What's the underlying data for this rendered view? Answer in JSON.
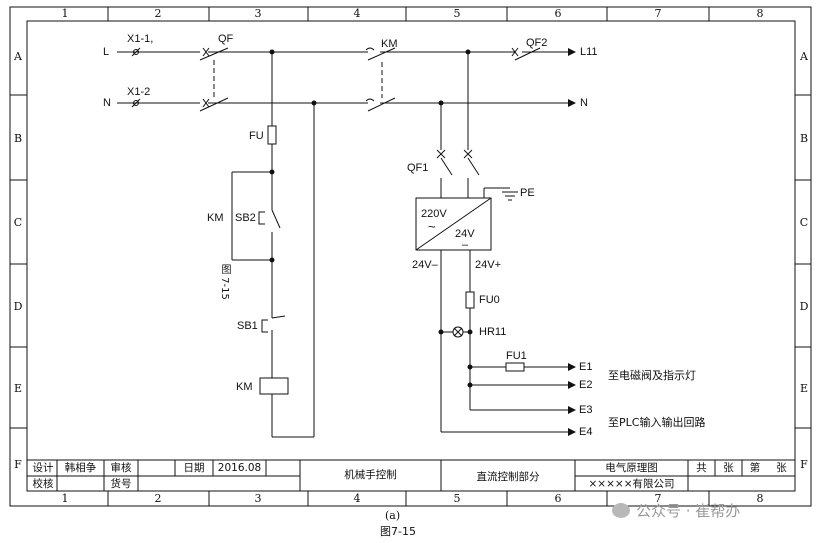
{
  "grid": {
    "columns": [
      "1",
      "2",
      "3",
      "4",
      "5",
      "6",
      "7",
      "8"
    ],
    "rows": [
      "A",
      "B",
      "C",
      "D",
      "E",
      "F"
    ]
  },
  "labels": {
    "L": "L",
    "N": "N",
    "X1_1": "X1-1,",
    "X1_2": "X1-2",
    "QF": "QF",
    "KM_top": "KM",
    "QF2": "QF2",
    "L11": "L11",
    "N_out": "N",
    "FU": "FU",
    "KM_coil_contact": "KM",
    "SB2": "SB2",
    "SB1": "SB1",
    "KM_coil": "KM",
    "fig_vertical": "图 7-15",
    "QF1": "QF1",
    "PE": "PE",
    "v220": "220V",
    "tilde": "~",
    "v24": "24V",
    "dash": "–",
    "v24_minus": "24V–",
    "v24_plus": "24V+",
    "FU0": "FU0",
    "HR11": "HR11",
    "FU1": "FU1",
    "E1": "E1",
    "E2": "E2",
    "E3": "E3",
    "E4": "E4",
    "to_valve": "至电磁阀及指示灯",
    "to_plc": "至PLC输入输出回路"
  },
  "title_block": {
    "design_label": "设计",
    "designer": "韩相争",
    "review_label": "审核",
    "date_label": "日期",
    "date": "2016.08",
    "check_label": "校核",
    "item_label": "货号",
    "project": "机械手控制",
    "section": "直流控制部分",
    "drawing_type": "电气原理图",
    "total_label": "共",
    "sheet_unit1": "张",
    "page_label": "第",
    "sheet_unit2": "张",
    "company": "×××××有限公司"
  },
  "caption": {
    "sub": "(a)",
    "figure": "图7-15"
  },
  "watermark": {
    "text": "公众号 · 崔帮办"
  }
}
